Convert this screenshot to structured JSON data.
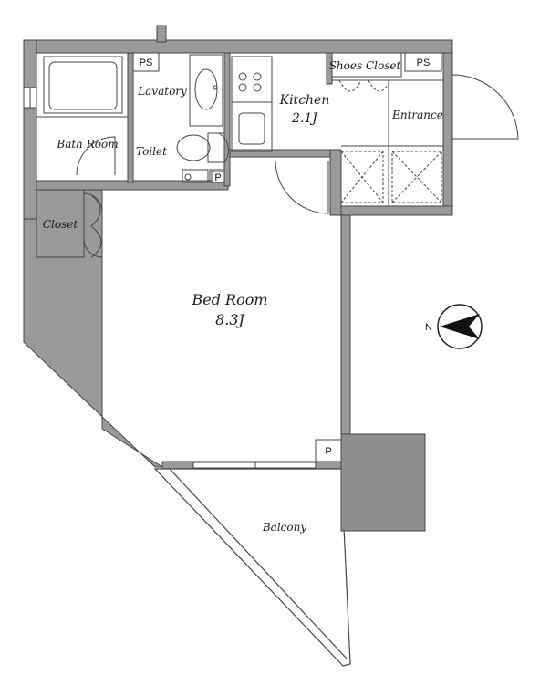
{
  "rooms": {
    "bath_room": "Bath Room",
    "lavatory": "Lavatory",
    "toilet": "Toilet",
    "kitchen": "Kitchen",
    "kitchen_size": "2.1J",
    "shoes_closet": "Shoes Closet",
    "entrance": "Entrance",
    "closet": "Closet",
    "bed_room": "Bed Room",
    "bed_room_size": "8.3J",
    "balcony": "Balcony"
  },
  "markers": {
    "ps_left": "PS",
    "ps_right": "PS",
    "p_small": "P",
    "p_balcony": "P"
  },
  "compass": {
    "label": "N",
    "icon": "north-arrow-icon"
  },
  "colors": {
    "wall_fill": "#9a9a9a",
    "line": "#333333",
    "shaft_fill": "#8f8f8f"
  }
}
